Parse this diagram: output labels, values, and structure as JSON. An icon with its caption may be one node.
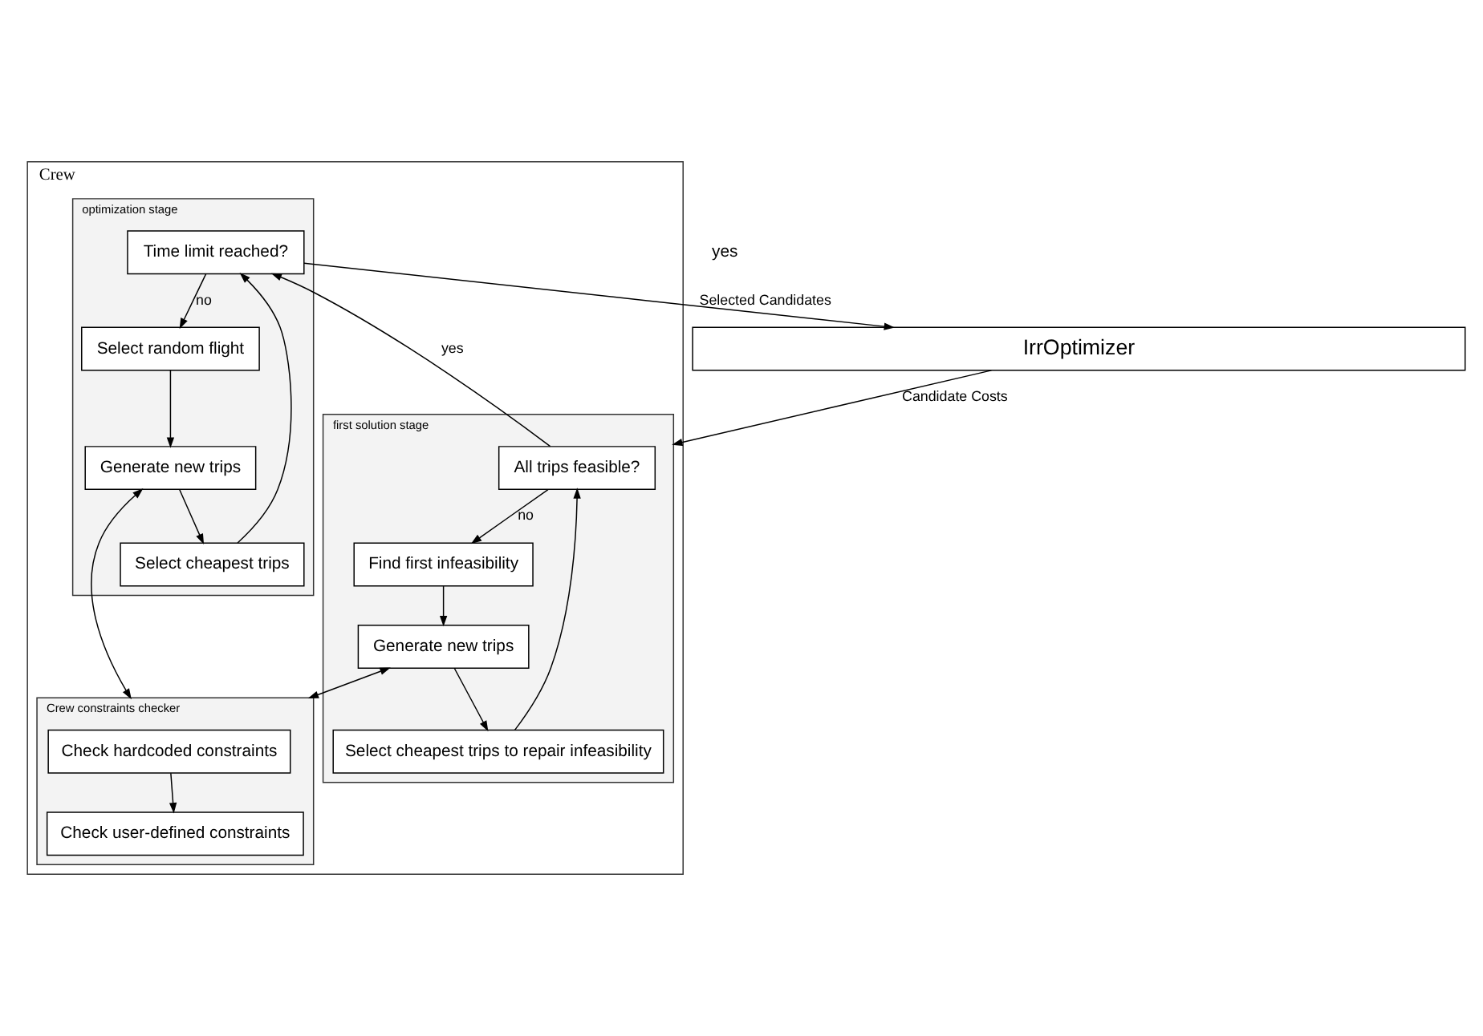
{
  "diagram": {
    "nodes": [
      {
        "text": [
          "IrrOptimizer"
        ]
      },
      {
        "text": [
          "Crew"
        ]
      },
      {
        "text": [
          "first solution stage"
        ],
        "in": 1
      },
      {
        "text": [
          "All trips feasible?"
        ],
        "in": 2
      },
      {
        "text": [
          "Find first infeasibility"
        ],
        "in": 2
      },
      {
        "text": [
          "Generate new trips"
        ],
        "in": 2
      },
      {
        "text": [
          "Select cheapest trips to repair infeasibility"
        ],
        "in": 2
      },
      {
        "text": [
          "optimization stage"
        ],
        "in": 1
      },
      {
        "text": [
          "Time limit reached?"
        ],
        "in": 7
      },
      {
        "text": [
          "Select random flight"
        ],
        "in": 7
      },
      {
        "text": [
          "Generate new trips"
        ],
        "in": 7
      },
      {
        "text": [
          "Select cheapest trips"
        ],
        "in": 7
      },
      {
        "text": [
          "Crew constraints checker"
        ],
        "in": 1
      },
      {
        "text": [
          "Check hardcoded constraints"
        ],
        "in": 12
      },
      {
        "text": [
          "Check user-defined constraints"
        ],
        "in": 12
      }
    ],
    "edges": [
      {
        "from": 0,
        "to": 2,
        "arrow": "to",
        "label": "Candidate Costs"
      },
      {
        "from": 8,
        "to": 0,
        "arrow": "to",
        "label": "Selected Candidates"
      },
      {
        "from": 3,
        "to": 8,
        "arrow": "to",
        "label": "yes"
      },
      {
        "from": 3,
        "to": 4,
        "arrow": "to",
        "label": "no"
      },
      {
        "from": 4,
        "to": 5,
        "arrow": "to"
      },
      {
        "from": 5,
        "to": 6,
        "arrow": "to"
      },
      {
        "from": 6,
        "to": 3,
        "arrow": "to"
      },
      {
        "from": 5,
        "to": 12,
        "arrow": "both"
      },
      {
        "from": 10,
        "to": 12,
        "arrow": "both"
      },
      {
        "from": 8,
        "to": 9,
        "arrow": "to",
        "label": "no"
      },
      {
        "from": 9,
        "to": 10,
        "arrow": "to"
      },
      {
        "from": 10,
        "to": 11,
        "arrow": "to"
      },
      {
        "from": 11,
        "to": 8,
        "arrow": "to"
      },
      {
        "from": 13,
        "to": 14,
        "arrow": "to"
      }
    ],
    "labels": [
      "yes"
    ]
  }
}
